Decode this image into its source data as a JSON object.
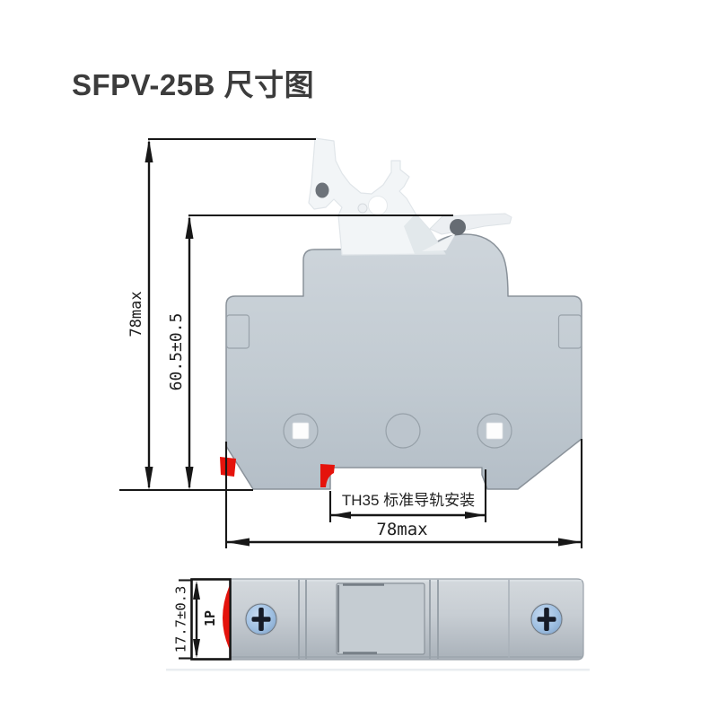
{
  "title": "SFPV-25B 尺寸图",
  "side_view": {
    "dims": {
      "overall_height": "78max",
      "body_height": "60.5±0.5",
      "overall_width": "78max",
      "rail_note": "TH35 标准导轨安装"
    }
  },
  "front_view": {
    "dims": {
      "height": "17.7±0.3"
    },
    "pole_label": "1P"
  },
  "colors": {
    "accent_red": "#e5130c",
    "body_gray": "#c3cbd2",
    "screw_blue": "#9fc0e2",
    "line_black": "#171717",
    "title_gray": "#3c3c3c"
  }
}
